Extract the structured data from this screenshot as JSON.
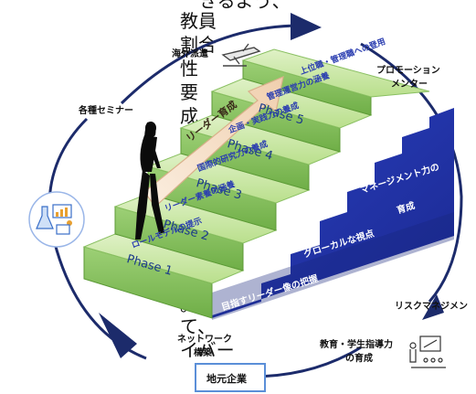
{
  "background_text": {
    "top_lines": [
      "きるよう、",
      "教員",
      "割合",
      "性",
      "要",
      "成"
    ],
    "bottom_lines": [
      "。",
      "て、",
      "イバー"
    ]
  },
  "cycle_labels": {
    "overseas": "海外派遣",
    "promotion_mentor": [
      "プロモーション",
      "メンター"
    ],
    "seminars": "各種セミナー",
    "risk_management": "リスクマネジメン",
    "education": [
      "教育・学生指導力",
      "の育成"
    ],
    "network": [
      "ネットワーク",
      "構築"
    ],
    "local_company": "地元企業"
  },
  "arrow_label": "リーダー育成",
  "phases": [
    "Phase 1",
    "Phase 2",
    "Phase 3",
    "Phase 4",
    "Phase 5"
  ],
  "riser_labels": [
    "ロールモデルの提示",
    "リーダー素養の涵養",
    "国際的研究力の養成",
    "企画・実践力の養成",
    "管理運営力の涵養",
    "上位職・管理職への登用"
  ],
  "side_labels": [
    "目指すリーダー像の把握",
    "グローカルな視点",
    "マネージメント力の",
    "育成"
  ],
  "colors": {
    "cycle_navy": "#1c2b6b",
    "step_green_top": "#c9e7a2",
    "step_green_front": "#7fbf55",
    "step_blue": "#2436a8",
    "step_blue_dark": "#17257a",
    "arrow_fill": "#f4dcc4",
    "riser_text": "#2a3db0"
  },
  "icons": [
    "lab-icon",
    "airplane-icon",
    "teacher-icon",
    "person-silhouette"
  ]
}
